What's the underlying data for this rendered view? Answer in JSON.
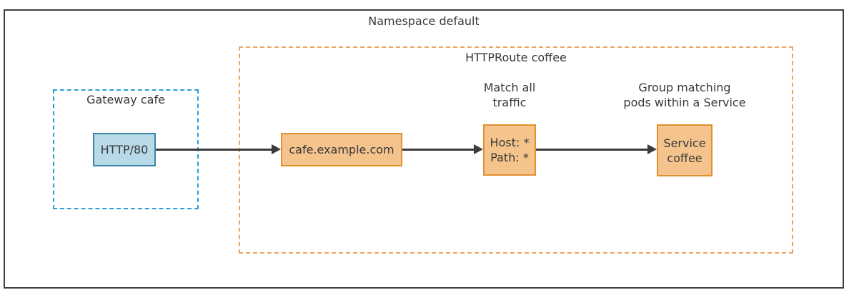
{
  "diagram": {
    "namespace_label": "Namespace default",
    "httproute_label": "HTTPRoute coffee",
    "gateway_label": "Gateway cafe",
    "nodes": {
      "listener": {
        "label": "HTTP/80"
      },
      "hostname": {
        "label": "cafe.example.com"
      },
      "match": {
        "line1": "Host: *",
        "line2": "Path: *"
      },
      "service": {
        "line1": "Service",
        "line2": "coffee"
      }
    },
    "annotations": {
      "match": {
        "line1": "Match all",
        "line2": "traffic"
      },
      "service": {
        "line1": "Group matching",
        "line2": "pods within a Service"
      }
    },
    "colors": {
      "outer_border": "#3f3f3f",
      "httproute_dashed_border": "#eda55f",
      "gateway_dashed_border": "#2ba0d6",
      "listener_fill": "#b8d9e7",
      "listener_border": "#3d87a8",
      "orange_node_fill": "#f5c48d",
      "orange_node_border": "#e0912f",
      "arrow": "#3b3b3b",
      "text": "#383838"
    }
  }
}
